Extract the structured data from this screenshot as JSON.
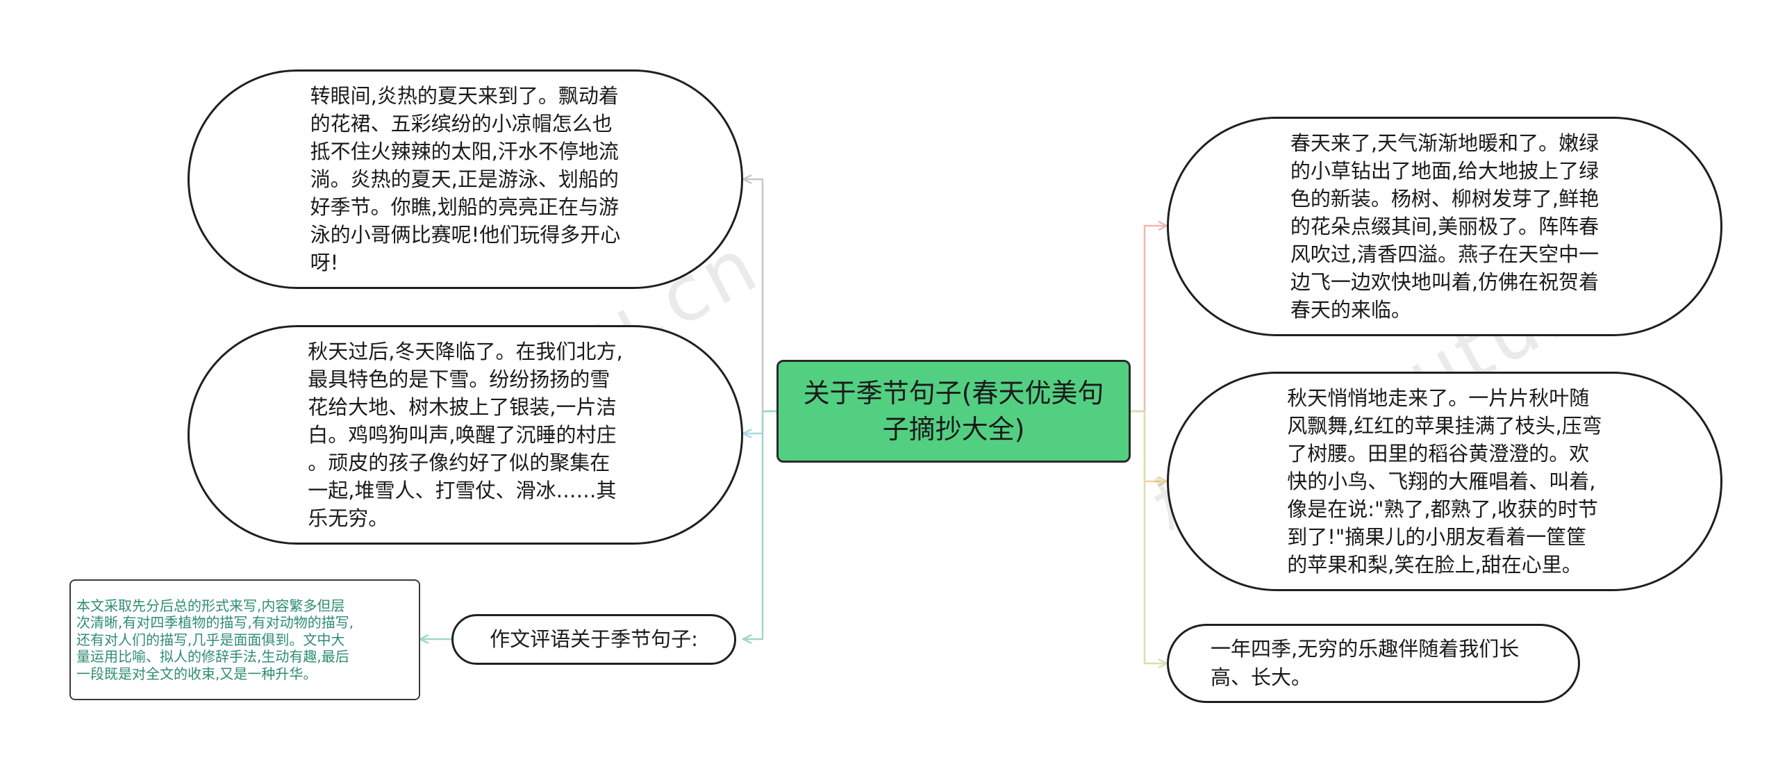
{
  "root": {
    "title": "关于季节句子(春天优美句\n子摘抄大全)"
  },
  "left": {
    "summer": "转眼间,炎热的夏天来到了。飘动着\n的花裙、五彩缤纷的小凉帽怎么也\n抵不住火辣辣的太阳,汗水不停地流\n淌。炎热的夏天,正是游泳、划船的\n好季节。你瞧,划船的亮亮正在与游\n泳的小哥俩比赛呢!他们玩得多开心\n呀!",
    "winter": "秋天过后,冬天降临了。在我们北方,\n最具特色的是下雪。纷纷扬扬的雪\n花给大地、树木披上了银装,一片洁\n白。鸡鸣狗叫声,唤醒了沉睡的村庄\n。顽皮的孩子像约好了似的聚集在\n一起,堆雪人、打雪仗、滑冰……其\n乐无穷。",
    "comment_label": "作文评语关于季节句子:",
    "comment_note": "本文采取先分后总的形式来写,内容繁多但层\n次清晰,有对四季植物的描写,有对动物的描写,\n还有对人们的描写,几乎是面面俱到。文中大\n量运用比喻、拟人的修辞手法,生动有趣,最后\n一段既是对全文的收束,又是一种升华。"
  },
  "right": {
    "spring": "春天来了,天气渐渐地暖和了。嫩绿\n的小草钻出了地面,给大地披上了绿\n色的新装。杨树、柳树发芽了,鲜艳\n的花朵点缀其间,美丽极了。阵阵春\n风吹过,清香四溢。燕子在天空中一\n边飞一边欢快地叫着,仿佛在祝贺着\n春天的来临。",
    "autumn": "秋天悄悄地走来了。一片片秋叶随\n风飘舞,红红的苹果挂满了枝头,压弯\n了树腰。田里的稻谷黄澄澄的。欢\n快的小鸟、飞翔的大雁唱着、叫着,\n像是在说:\"熟了,都熟了,收获的时节\n到了!\"摘果儿的小朋友看着一筐筐\n的苹果和梨,笑在脸上,甜在心里。",
    "summary": "一年四季,无穷的乐趣伴随着我们长\n高、长大。"
  },
  "colors": {
    "root_fill": "#53cf82",
    "note_text": "#2e8c72"
  }
}
